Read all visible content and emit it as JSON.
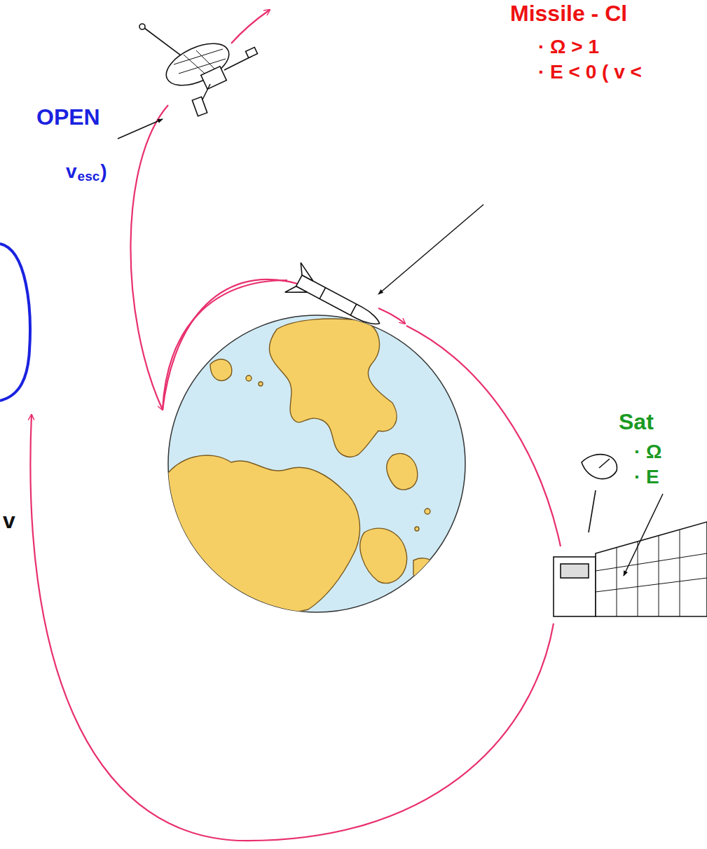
{
  "diagram": {
    "labels": [
      "Missile - Cl",
      "· Ω > 1",
      "· E < 0 ( v <",
      "OPEN",
      "v",
      "esc",
      ")",
      "Sat",
      "· Ω",
      "· E",
      "v"
    ]
  }
}
